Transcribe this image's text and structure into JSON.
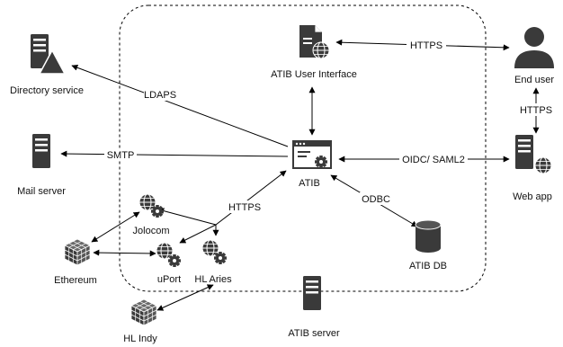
{
  "nodes": {
    "directory_service": {
      "label": "Directory service",
      "icon": "server-warning-icon"
    },
    "mail_server": {
      "label": "Mail server",
      "icon": "server-icon"
    },
    "ethereum": {
      "label": "Ethereum",
      "icon": "blockchain-cube-icon"
    },
    "hl_indy": {
      "label": "HL Indy",
      "icon": "blockchain-cube-icon"
    },
    "jolocom": {
      "label": "Jolocom",
      "icon": "globe-gear-icon"
    },
    "uport": {
      "label": "uPort",
      "icon": "globe-gear-icon"
    },
    "hl_aries": {
      "label": "HL Aries",
      "icon": "globe-gear-icon"
    },
    "atib_ui": {
      "label": "ATIB User Interface",
      "icon": "web-document-icon"
    },
    "atib": {
      "label": "ATIB",
      "icon": "app-window-gear-icon"
    },
    "atib_db": {
      "label": "ATIB DB",
      "icon": "database-icon"
    },
    "atib_server": {
      "label": "ATIB server",
      "icon": "server-icon"
    },
    "end_user": {
      "label": "End user",
      "icon": "user-icon"
    },
    "web_app": {
      "label": "Web app",
      "icon": "server-globe-icon"
    }
  },
  "edges": {
    "ldaps": "LDAPS",
    "smtp": "SMTP",
    "https_ui_user": "HTTPS",
    "https_user_webapp": "HTTPS",
    "oidc_saml": "OIDC/ SAML2",
    "odbc": "ODBC",
    "https_ssi": "HTTPS"
  },
  "colors": {
    "icon_fill": "#3a3a3a",
    "line": "#000000",
    "boundary": "#000000"
  }
}
